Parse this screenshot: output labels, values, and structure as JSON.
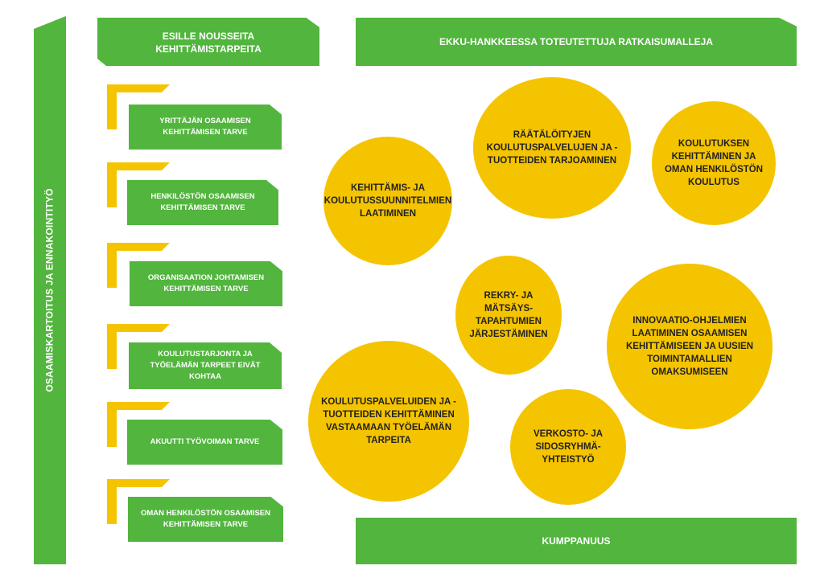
{
  "vertical_bar": {
    "label": "OSAAMISKARTOITUS JA ENNAKOINTITYÖ"
  },
  "left_header": {
    "label": "ESILLE NOUSSEITA KEHITTÄMISTARPEITA"
  },
  "right_header": {
    "label": "EKKU-HANKKEESSA TOTEUTETTUJA RATKAISUMALLEJA"
  },
  "needs": [
    {
      "label": "YRITTÄJÄN OSAAMISEN KEHITTÄMISEN TARVE"
    },
    {
      "label": "HENKILÖSTÖN OSAAMISEN KEHITTÄMISEN TARVE"
    },
    {
      "label": "ORGANISAATION JOHTAMISEN KEHITTÄMISEN TARVE"
    },
    {
      "label": "KOULUTUSTARJONTA JA TYÖELÄMÄN TARPEET EIVÄT KOHTAA"
    },
    {
      "label": "AKUUTTI TYÖVOIMAN TARVE"
    },
    {
      "label": "OMAN HENKILÖSTÖN OSAAMISEN KEHITTÄMISEN TARVE"
    }
  ],
  "solutions": [
    {
      "label": "KEHITTÄMIS- JA KOULUTUSSUUNNITELMIEN LAATIMINEN"
    },
    {
      "label": "RÄÄTÄLÖITYJEN KOULUTUSPALVELUJEN JA -TUOTTEIDEN TARJOAMINEN"
    },
    {
      "label": "KOULUTUKSEN KEHITTÄMINEN JA OMAN HENKILÖSTÖN KOULUTUS"
    },
    {
      "label": "REKRY- JA MÄTSÄYS-TAPAHTUMIEN JÄRJESTÄMINEN"
    },
    {
      "label": "INNOVAATIO-OHJELMIEN LAATIMINEN OSAAMISEN KEHITTÄMISEEN JA UUSIEN TOIMINTAMALLIEN OMAKSUMISEEN"
    },
    {
      "label": "KOULUTUSPALVELUIDEN JA -TUOTTEIDEN KEHITTÄMINEN VASTAAMAAN TYÖELÄMÄN TARPEITA"
    },
    {
      "label": "VERKOSTO- JA SIDOSRYHMÄ-YHTEISTYÖ"
    }
  ],
  "footer": {
    "label": "KUMPPANUUS"
  },
  "colors": {
    "green": "#52b53e",
    "yellow": "#f5c400",
    "text_dark": "#222222",
    "text_light": "#ffffff"
  }
}
